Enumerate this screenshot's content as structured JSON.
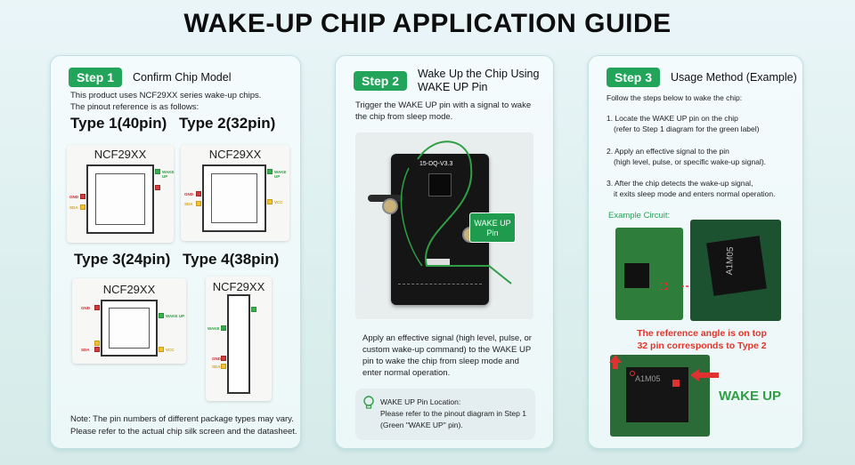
{
  "title": "WAKE-UP CHIP APPLICATION GUIDE",
  "step1": {
    "badge": "Step 1",
    "heading": "Confirm Chip Model",
    "intro": "This product uses NCF29XX series wake-up chips.",
    "intro2": "The pinout reference is as follows:",
    "types": [
      "Type 1(40pin)",
      "Type 2(32pin)",
      "Type 3(24pin)",
      "Type 4(38pin)"
    ],
    "chip_name": "NCF29XX",
    "pin_labels": {
      "wake": "WAKE UP",
      "gnd": "GND",
      "sda": "SDA",
      "vcc": "VCC"
    },
    "note1": "Note: The pin numbers of different package types may vary.",
    "note2": "Please refer to the actual chip silk screen and the datasheet."
  },
  "step2": {
    "badge": "Step 2",
    "heading1": "Wake Up the Chip Using",
    "heading2": "WAKE UP Pin",
    "intro1": "Trigger the WAKE UP pin with a signal to wake",
    "intro2": "the chip from sleep mode.",
    "board_label": "15-DQ-V3.3",
    "wake_label1": "WAKE UP",
    "wake_label2": "Pin",
    "apply1": "Apply an effective signal (high level, pulse, or",
    "apply2": "custom wake-up command) to the WAKE UP",
    "apply3": "pin to wake the chip from sleep mode and",
    "apply4": "enter normal operation.",
    "tip_title": "WAKE UP Pin Location:",
    "tip1": "Please refer to the pinout diagram in Step 1",
    "tip2": "(Green \"WAKE UP\" pin)."
  },
  "step3": {
    "badge": "Step 3",
    "heading": "Usage Method (Example)",
    "intro": "Follow the steps below to wake the chip:",
    "s1a": "1. Locate the WAKE UP pin on the chip",
    "s1b": "(refer to Step 1 diagram for the green label)",
    "s2a": "2. Apply an effective signal to the pin",
    "s2b": "(high level, pulse, or specific wake-up signal).",
    "s3a": "3. After the chip detects the wake-up signal,",
    "s3b": "it exits sleep mode and enters normal operation.",
    "example": "Example Circuit:",
    "chip_marking": "A1M05",
    "red1": "The reference angle is on top",
    "red2": "32 pin corresponds to Type 2",
    "wake_up": "WAKE UP"
  },
  "colors": {
    "accent": "#22a45a",
    "red": "#e0342b"
  }
}
